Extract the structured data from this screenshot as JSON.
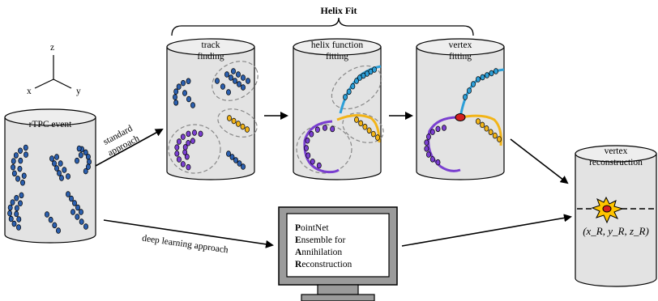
{
  "axes": {
    "z": "z",
    "x": "x",
    "y": "y"
  },
  "cylinders": {
    "rtpc": {
      "label": "rTPC event"
    },
    "track": {
      "label_line1": "track",
      "label_line2": "finding"
    },
    "helix": {
      "label_line1": "helix function",
      "label_line2": "fitting"
    },
    "vertex_fit": {
      "label_line1": "vertex",
      "label_line2": "fitting"
    },
    "vertex_reco": {
      "label_line1": "vertex",
      "label_line2": "reconstruction",
      "coords": "(x_R, y_R, z_R)"
    }
  },
  "group_label": "Helix Fit",
  "arrows": {
    "standard": {
      "line1": "standard",
      "line2": "approach"
    },
    "deep": "deep learning approach"
  },
  "monitor": {
    "lines": [
      {
        "initial": "P",
        "rest": "ointNet"
      },
      {
        "initial": "E",
        "rest": "nsemble for"
      },
      {
        "initial": "A",
        "rest": "nnihilation"
      },
      {
        "initial": "R",
        "rest": "econstruction"
      }
    ]
  },
  "colors": {
    "cylinder_fill": "#e3e3e3",
    "dot_blue": "#2b5fae",
    "dot_cyan": "#2d9fd8",
    "dot_yellow": "#f2b418",
    "dot_purple": "#7a3fd0",
    "vertex_red": "#d42020",
    "star_fill": "#ffc400",
    "monitor_body": "#9b9b9b"
  }
}
